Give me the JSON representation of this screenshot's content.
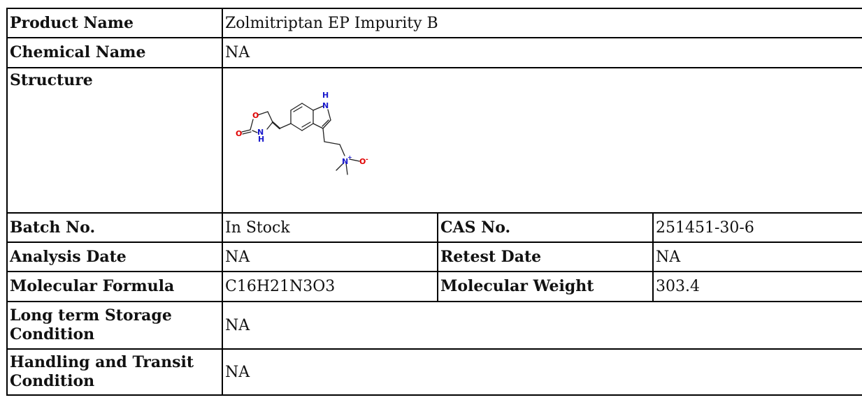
{
  "rows": {
    "product_name": {
      "label": "Product Name",
      "value": "Zolmitriptan EP Impurity B"
    },
    "chemical_name": {
      "label": "Chemical Name",
      "value": "NA"
    },
    "structure": {
      "label": "Structure",
      "atom_labels": {
        "oxygen_ring": "O",
        "oxygen_carbonyl": "O",
        "nitrogen_ring": "N",
        "hydrogen_ring": "H",
        "nitrogen_indole": "N",
        "hydrogen_indole": "H",
        "nitrogen_amine_oxide": "N",
        "charge_plus": "+",
        "oxygen_amine_oxide": "O",
        "charge_minus": "-"
      },
      "colors": {
        "oxygen": "#e00000",
        "nitrogen": "#1a1acc",
        "bond": "#222222"
      }
    },
    "batch": {
      "label": "Batch No.",
      "value": "In Stock",
      "label2": "CAS No.",
      "value2": "251451-30-6"
    },
    "analysis": {
      "label": "Analysis Date",
      "value": "NA",
      "label2": "Retest Date",
      "value2": "NA"
    },
    "formula": {
      "label": "Molecular Formula",
      "value": "C16H21N3O3",
      "label2": "Molecular Weight",
      "value2": "303.4"
    },
    "storage": {
      "label": "Long term Storage Condition",
      "value": "NA"
    },
    "handling": {
      "label": "Handling and Transit Condition",
      "value": "NA"
    }
  }
}
